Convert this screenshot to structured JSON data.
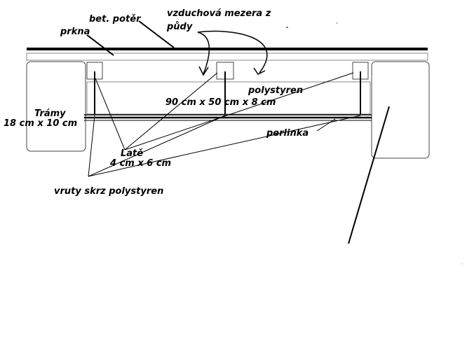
{
  "labels": {
    "bet_poter": "bet. potěr",
    "prkna": "prkna",
    "vzduchova_1": "vzduchová mezera z",
    "vzduchova_2": "půdy",
    "polystyren": "polystyren",
    "rozmer_polystyren": "90 cm x 50 cm x 8 cm",
    "tramy": "Trámy",
    "tramy_rozmer": "18 cm x 10 cm",
    "perlinka": "perlinka",
    "late": "Latě",
    "late_rozmer": "4 cm x 6 cm",
    "vruty": "vruty skrz polystyren"
  }
}
